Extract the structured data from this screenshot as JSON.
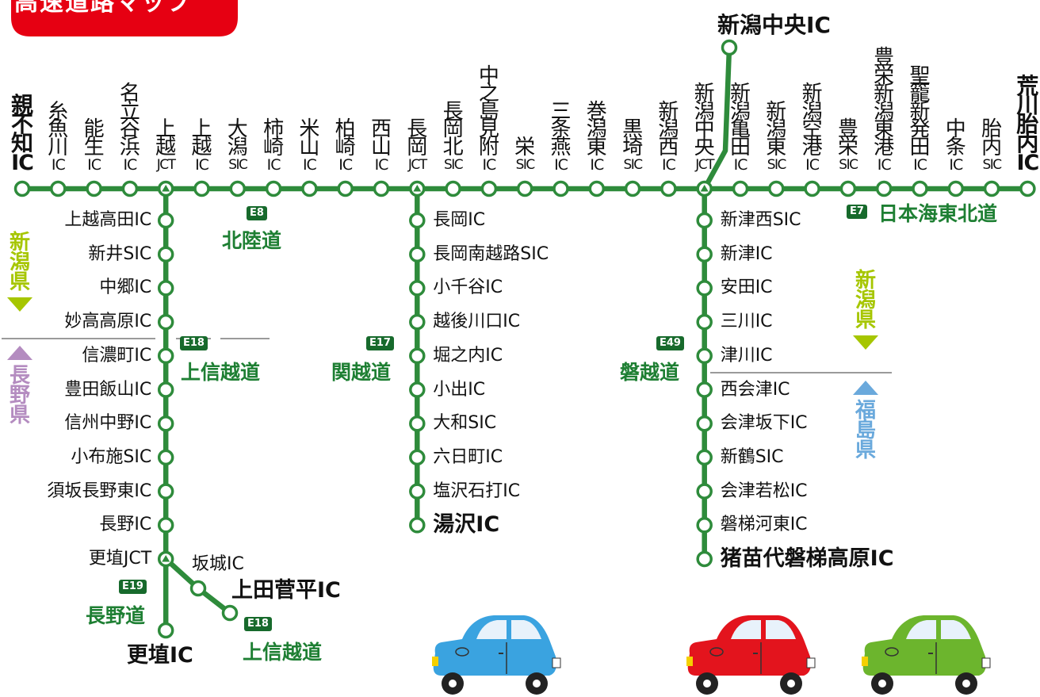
{
  "header": {
    "title": "高速道路マップ"
  },
  "colors": {
    "route_line": "#2e8b3b",
    "station_fill": "#ffffff",
    "road_name": "#1e7f33",
    "badge_bg": "#176a2c",
    "niigata": "#a6c600",
    "nagano": "#b48cc0",
    "fukushima": "#6aa9dc",
    "header_bg": "#e60012",
    "boundary": "#9a9a9a"
  },
  "top_terminal": "新潟中央IC",
  "top_stations": [
    {
      "name": "親不知",
      "suffix": "IC",
      "bold": true
    },
    {
      "name": "糸魚川",
      "suffix": "IC"
    },
    {
      "name": "能生",
      "suffix": "IC"
    },
    {
      "name": "名立谷浜",
      "suffix": "IC"
    },
    {
      "name": "上越",
      "suffix": "JCT"
    },
    {
      "name": "上越",
      "suffix": "IC"
    },
    {
      "name": "大潟",
      "suffix": "SIC"
    },
    {
      "name": "柿崎",
      "suffix": "IC"
    },
    {
      "name": "米山",
      "suffix": "IC"
    },
    {
      "name": "柏崎",
      "suffix": "IC"
    },
    {
      "name": "西山",
      "suffix": "IC"
    },
    {
      "name": "長岡",
      "suffix": "JCT"
    },
    {
      "name": "長岡北",
      "suffix": "SIC"
    },
    {
      "name": "中之島見附",
      "suffix": "IC"
    },
    {
      "name": "栄",
      "suffix": "SIC"
    },
    {
      "name": "三条燕",
      "suffix": "IC"
    },
    {
      "name": "巻潟東",
      "suffix": "IC"
    },
    {
      "name": "黒埼",
      "suffix": "SIC"
    },
    {
      "name": "新潟西",
      "suffix": "IC"
    },
    {
      "name": "新潟中央",
      "suffix": "JCT"
    },
    {
      "name": "新潟亀田",
      "suffix": "IC"
    },
    {
      "name": "新潟東",
      "suffix": "SIC"
    },
    {
      "name": "新潟空港",
      "suffix": "IC"
    },
    {
      "name": "豊栄",
      "suffix": "SIC"
    },
    {
      "name": "豊栄新潟東港",
      "suffix": "IC"
    },
    {
      "name": "聖籠新発田",
      "suffix": "IC"
    },
    {
      "name": "中条",
      "suffix": "IC"
    },
    {
      "name": "胎内",
      "suffix": "SIC"
    },
    {
      "name": "荒川胎内",
      "suffix": "IC",
      "bold": true
    }
  ],
  "routes": {
    "joshinetsu": {
      "badge": "E18",
      "name": "上信越道",
      "stations": [
        "上越高田IC",
        "新井SIC",
        "中郷IC",
        "妙高高原IC",
        "信濃町IC",
        "豊田飯山IC",
        "信州中野IC",
        "小布施SIC",
        "須坂長野東IC",
        "長野IC",
        "更埴JCT"
      ]
    },
    "nagano": {
      "badge": "E19",
      "name": "長野道",
      "terminal": "更埴IC"
    },
    "joshinetsu_branch": {
      "badge": "E18",
      "name": "上信越道",
      "stations": [
        "坂城IC",
        "上田菅平IC"
      ]
    },
    "kanetsu": {
      "badge": "E17",
      "name": "関越道",
      "stations": [
        "長岡IC",
        "長岡南越路SIC",
        "小千谷IC",
        "越後川口IC",
        "堀之内IC",
        "小出IC",
        "大和SIC",
        "六日町IC",
        "塩沢石打IC",
        "湯沢IC"
      ]
    },
    "banetsu": {
      "badge": "E49",
      "name": "磐越道",
      "stations": [
        "新津西SIC",
        "新津IC",
        "安田IC",
        "三川IC",
        "津川IC",
        "西会津IC",
        "会津坂下IC",
        "新鶴SIC",
        "会津若松IC",
        "磐梯河東IC",
        "猪苗代磐梯高原IC"
      ]
    },
    "hokuriku": {
      "badge": "E8",
      "name": "北陸道"
    },
    "nihonkai": {
      "badge": "E7",
      "name": "日本海東北道"
    }
  },
  "prefectures": {
    "niigata_west": "新潟県",
    "nagano": "長野県",
    "niigata_east": "新潟県",
    "fukushima": "福島県"
  },
  "cars": [
    {
      "color": "#3aa3e0"
    },
    {
      "color": "#e3141d"
    },
    {
      "color": "#6cb52d"
    }
  ]
}
